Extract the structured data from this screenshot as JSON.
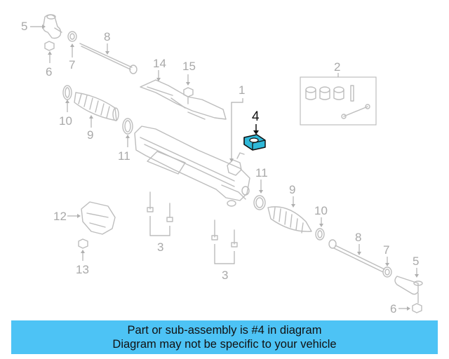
{
  "diagram": {
    "callouts": {
      "c1": "1",
      "c2": "2",
      "c3a": "3",
      "c3b": "3",
      "c4": "4",
      "c5a": "5",
      "c5b": "5",
      "c6a": "6",
      "c6b": "6",
      "c7a": "7",
      "c7b": "7",
      "c8a": "8",
      "c8b": "8",
      "c9a": "9",
      "c9b": "9",
      "c10a": "10",
      "c10b": "10",
      "c11a": "11",
      "c11b": "11",
      "c12": "12",
      "c13": "13",
      "c14": "14",
      "c15": "15"
    },
    "highlight_part": "4",
    "colors": {
      "highlight_fill": "#2fb8d8",
      "caption_bg": "#4dc3f5",
      "line_gray": "#bdbdbd"
    }
  },
  "caption": {
    "line1": "Part or sub-assembly is #4 in diagram",
    "line2": "Diagram may not be specific to your vehicle"
  }
}
